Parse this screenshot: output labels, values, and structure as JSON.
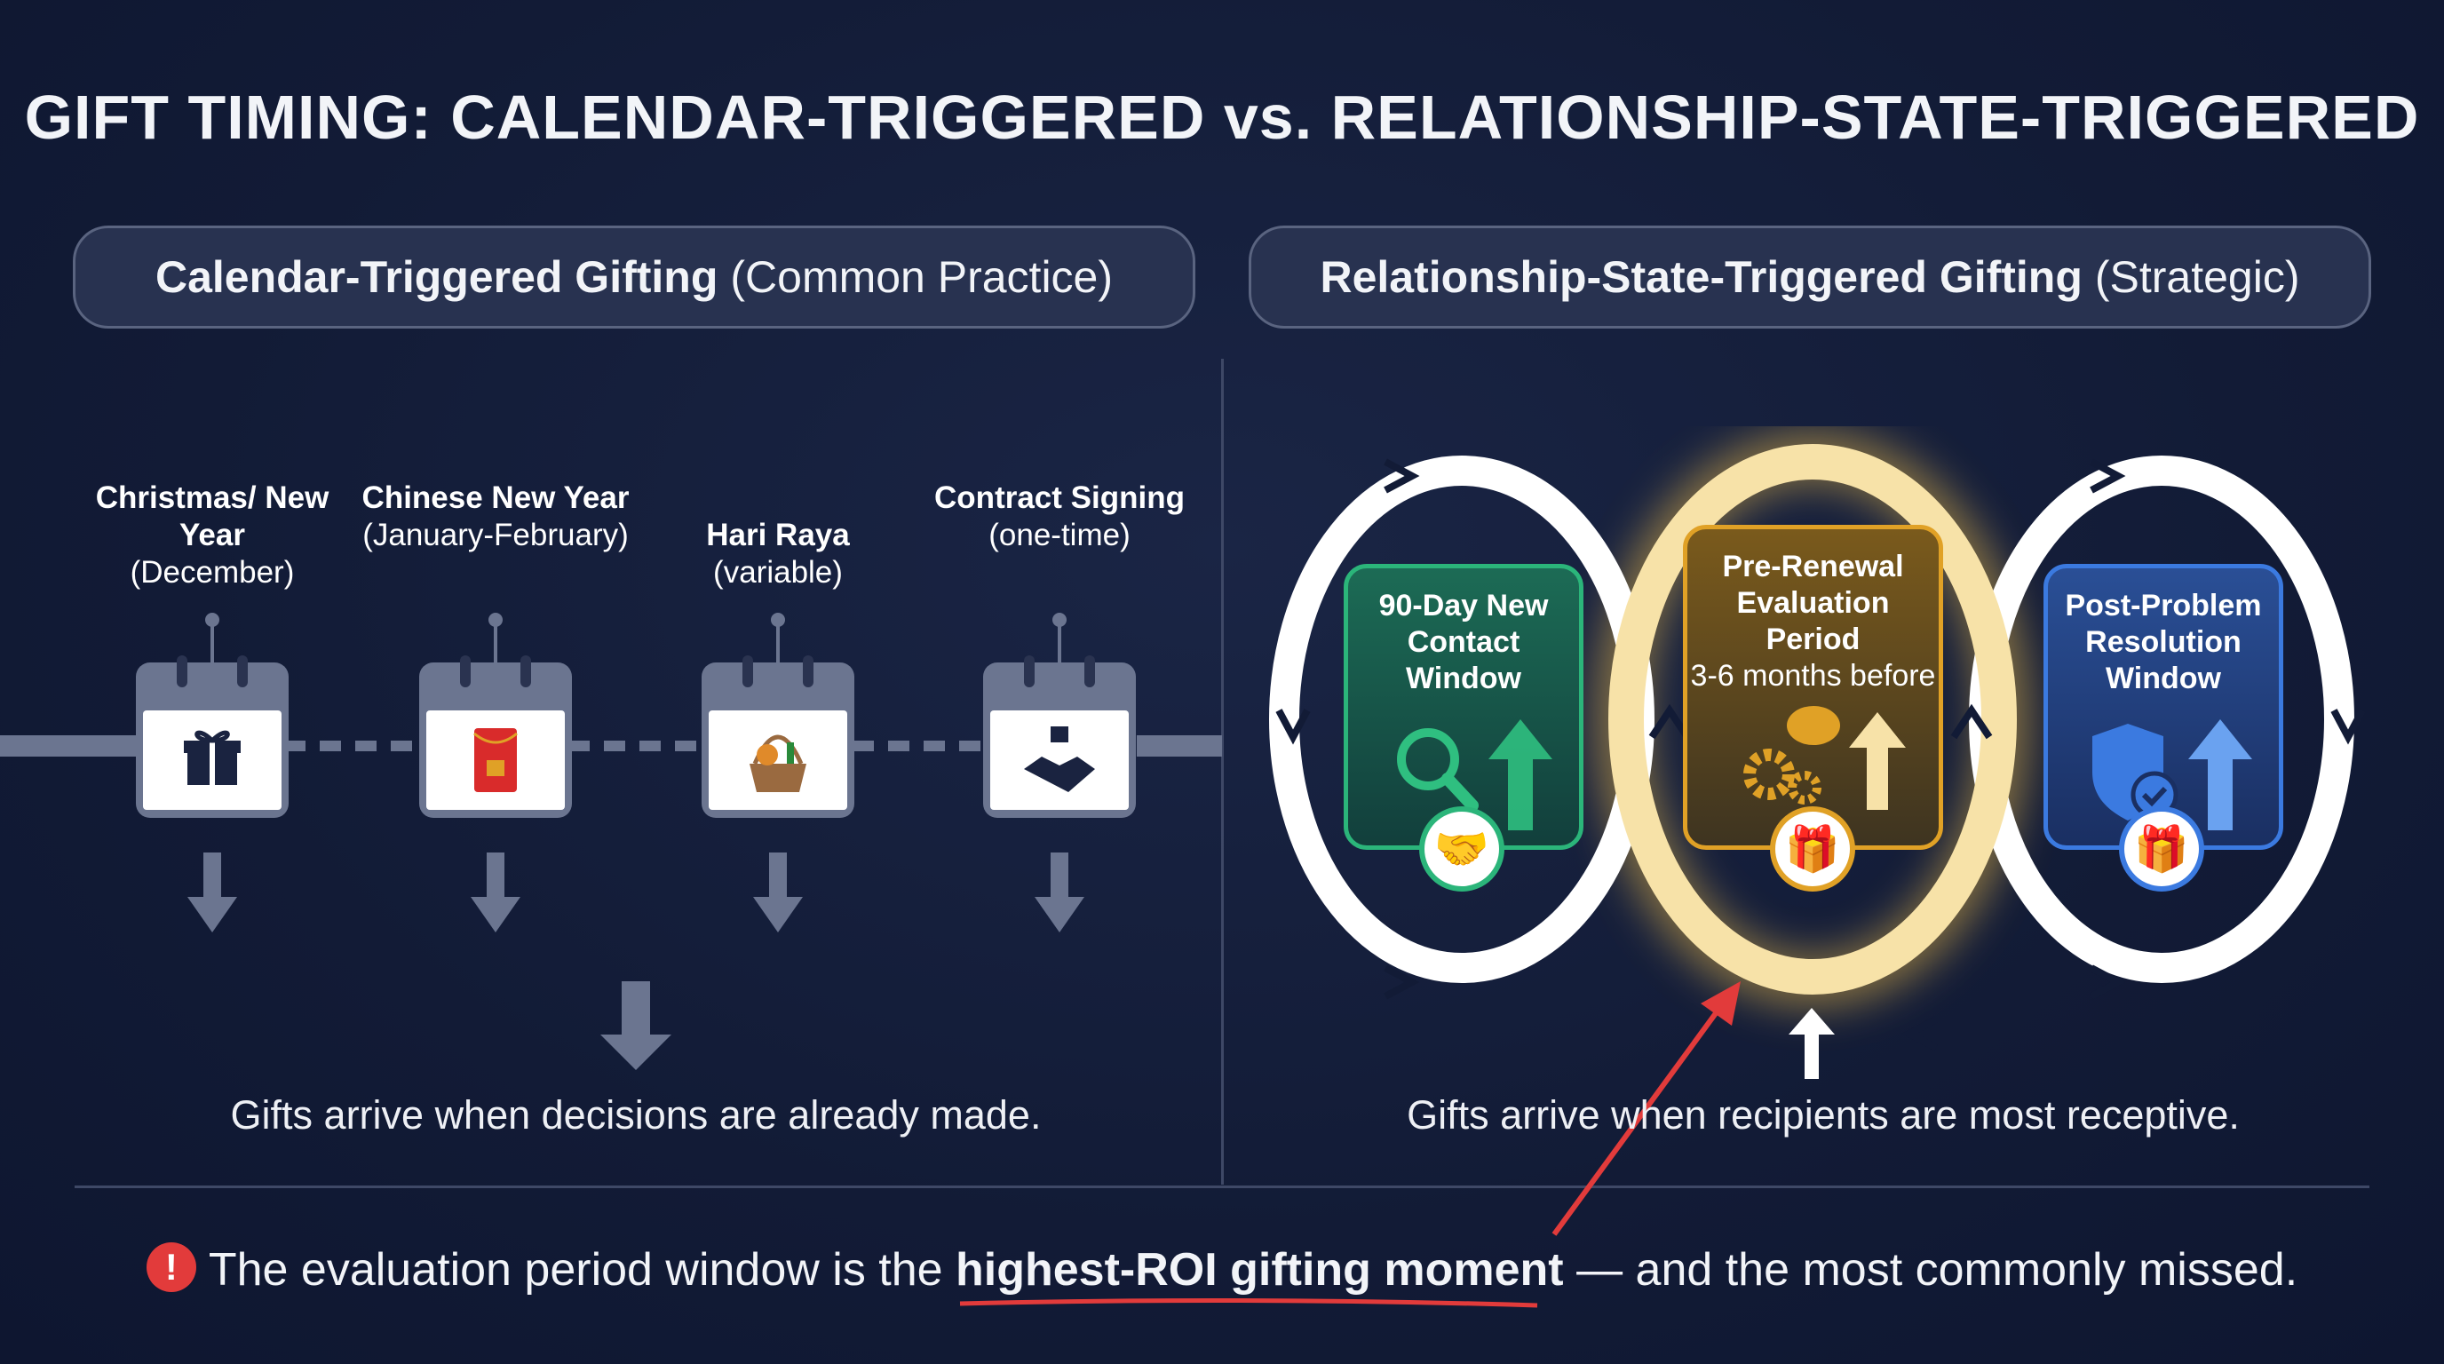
{
  "title": "GIFT TIMING: CALENDAR-TRIGGERED vs. RELATIONSHIP-STATE-TRIGGERED",
  "left_panel": {
    "header_bold": "Calendar-Triggered Gifting",
    "header_note": "(Common Practice)",
    "events": [
      {
        "name": "Christmas/ New Year",
        "note": "(December)",
        "icon": "gift-icon"
      },
      {
        "name": "Chinese New Year",
        "note": "(January-February)",
        "icon": "red-envelope-icon"
      },
      {
        "name": "Hari Raya",
        "note": "(variable)",
        "icon": "hamper-basket-icon"
      },
      {
        "name": "Contract Signing",
        "note": "(one-time)",
        "icon": "handshake-gift-icon"
      }
    ],
    "caption": "Gifts arrive when decisions are already made."
  },
  "right_panel": {
    "header_bold": "Relationship-State-Triggered Gifting",
    "header_note": "(Strategic)",
    "windows": [
      {
        "title": "90-Day New Contact Window",
        "sub": "",
        "color": "#1f9d6a",
        "icons": [
          "magnifier-icon",
          "handshake-icon"
        ]
      },
      {
        "title": "Pre-Renewal Evaluation Period",
        "sub": "3-6 months before",
        "color": "#e0a126",
        "icons": [
          "gears-chat-icon",
          "gift-icon"
        ]
      },
      {
        "title": "Post-Problem Resolution Window",
        "sub": "",
        "color": "#3b7ae0",
        "icons": [
          "shield-check-icon",
          "gift-icon"
        ]
      }
    ],
    "caption": "Gifts arrive when recipients are most receptive."
  },
  "bottom": {
    "pre": "The evaluation period window is the ",
    "highlight": "highest-ROI gifting moment",
    "post": " — and the most commonly missed.",
    "icon": "exclamation-icon",
    "accent": "#e23b3b"
  }
}
